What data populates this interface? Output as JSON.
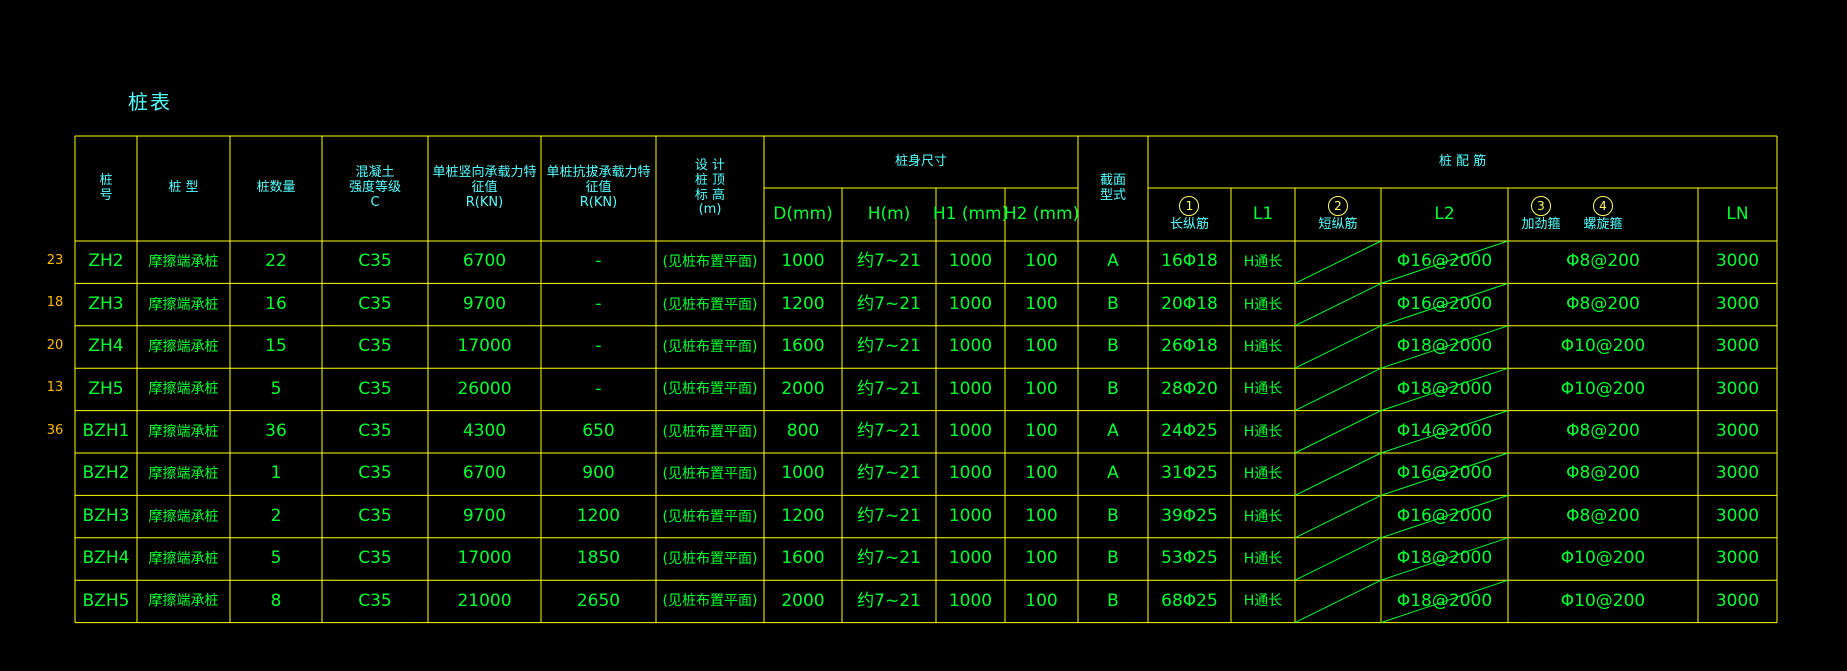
{
  "title": "桩表",
  "colors": {
    "grid": "#ffff00",
    "header_text": "#55ffff",
    "data_text": "#00ff33",
    "side_qty": "#ffbb00",
    "background": "#000000"
  },
  "header": {
    "pile_no": "桩\n号",
    "pile_type": "桩  型",
    "pile_count": "桩数量",
    "concrete": "混凝土\n强度等级\nC",
    "vertical_capacity": "单桩竖向承载力特\n征值\nR(KN)",
    "uplift_capacity": "单桩抗拔承载力特\n征值\nR(KN)",
    "top_elev": "设  计\n桩  顶\n标  高\n(m)",
    "body_size": "桩身尺寸",
    "D": "D(mm)",
    "H": "H(m)",
    "H1": "H1 (mm)",
    "H2": "H2 (mm)",
    "section": "截面\n型式",
    "reinforcement": "桩          配          筋",
    "rebar1_no": "1",
    "rebar1": "长纵筋",
    "L1": "L1",
    "rebar2_no": "2",
    "rebar2": "短纵筋",
    "L2": "L2",
    "rebar3_no": "3",
    "rebar3": "加劲箍",
    "rebar4_no": "4",
    "rebar4": "螺旋箍",
    "LN": "LN"
  },
  "rows": [
    {
      "qty": "23",
      "no": "ZH2",
      "type": "摩擦端承桩",
      "count": "22",
      "conc": "C35",
      "vert": "6700",
      "uplift": "-",
      "elev": "(见桩布置平面)",
      "D": "1000",
      "H": "约7~21",
      "H1": "1000",
      "H2": "100",
      "sec": "A",
      "r1": "16Φ18",
      "L1": "H通长",
      "r3": "Φ16@2000",
      "r4": "Φ8@200",
      "LN": "3000"
    },
    {
      "qty": "18",
      "no": "ZH3",
      "type": "摩擦端承桩",
      "count": "16",
      "conc": "C35",
      "vert": "9700",
      "uplift": "-",
      "elev": "(见桩布置平面)",
      "D": "1200",
      "H": "约7~21",
      "H1": "1000",
      "H2": "100",
      "sec": "B",
      "r1": "20Φ18",
      "L1": "H通长",
      "r3": "Φ16@2000",
      "r4": "Φ8@200",
      "LN": "3000"
    },
    {
      "qty": "20",
      "no": "ZH4",
      "type": "摩擦端承桩",
      "count": "15",
      "conc": "C35",
      "vert": "17000",
      "uplift": "-",
      "elev": "(见桩布置平面)",
      "D": "1600",
      "H": "约7~21",
      "H1": "1000",
      "H2": "100",
      "sec": "B",
      "r1": "26Φ18",
      "L1": "H通长",
      "r3": "Φ18@2000",
      "r4": "Φ10@200",
      "LN": "3000"
    },
    {
      "qty": "13",
      "no": "ZH5",
      "type": "摩擦端承桩",
      "count": "5",
      "conc": "C35",
      "vert": "26000",
      "uplift": "-",
      "elev": "(见桩布置平面)",
      "D": "2000",
      "H": "约7~21",
      "H1": "1000",
      "H2": "100",
      "sec": "B",
      "r1": "28Φ20",
      "L1": "H通长",
      "r3": "Φ18@2000",
      "r4": "Φ10@200",
      "LN": "3000"
    },
    {
      "qty": "36",
      "no": "BZH1",
      "type": "摩擦端承桩",
      "count": "36",
      "conc": "C35",
      "vert": "4300",
      "uplift": "650",
      "elev": "(见桩布置平面)",
      "D": "800",
      "H": "约7~21",
      "H1": "1000",
      "H2": "100",
      "sec": "A",
      "r1": "24Φ25",
      "L1": "H通长",
      "r3": "Φ14@2000",
      "r4": "Φ8@200",
      "LN": "3000"
    },
    {
      "qty": "",
      "no": "BZH2",
      "type": "摩擦端承桩",
      "count": "1",
      "conc": "C35",
      "vert": "6700",
      "uplift": "900",
      "elev": "(见桩布置平面)",
      "D": "1000",
      "H": "约7~21",
      "H1": "1000",
      "H2": "100",
      "sec": "A",
      "r1": "31Φ25",
      "L1": "H通长",
      "r3": "Φ16@2000",
      "r4": "Φ8@200",
      "LN": "3000"
    },
    {
      "qty": "",
      "no": "BZH3",
      "type": "摩擦端承桩",
      "count": "2",
      "conc": "C35",
      "vert": "9700",
      "uplift": "1200",
      "elev": "(见桩布置平面)",
      "D": "1200",
      "H": "约7~21",
      "H1": "1000",
      "H2": "100",
      "sec": "B",
      "r1": "39Φ25",
      "L1": "H通长",
      "r3": "Φ16@2000",
      "r4": "Φ8@200",
      "LN": "3000"
    },
    {
      "qty": "",
      "no": "BZH4",
      "type": "摩擦端承桩",
      "count": "5",
      "conc": "C35",
      "vert": "17000",
      "uplift": "1850",
      "elev": "(见桩布置平面)",
      "D": "1600",
      "H": "约7~21",
      "H1": "1000",
      "H2": "100",
      "sec": "B",
      "r1": "53Φ25",
      "L1": "H通长",
      "r3": "Φ18@2000",
      "r4": "Φ10@200",
      "LN": "3000"
    },
    {
      "qty": "",
      "no": "BZH5",
      "type": "摩擦端承桩",
      "count": "8",
      "conc": "C35",
      "vert": "21000",
      "uplift": "2650",
      "elev": "(见桩布置平面)",
      "D": "2000",
      "H": "约7~21",
      "H1": "1000",
      "H2": "100",
      "sec": "B",
      "r1": "68Φ25",
      "L1": "H通长",
      "r3": "Φ18@2000",
      "r4": "Φ10@200",
      "LN": "3000"
    }
  ]
}
